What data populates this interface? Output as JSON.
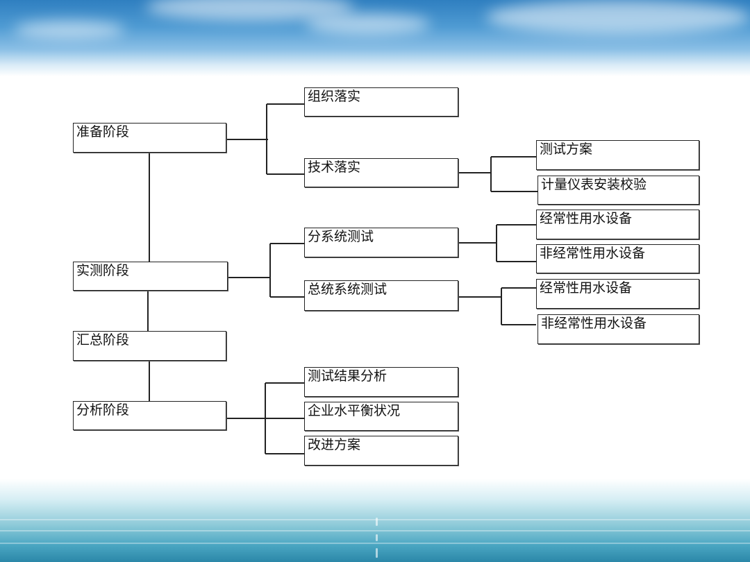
{
  "stages": {
    "prep": "准备阶段",
    "measure": "实测阶段",
    "summary": "汇总阶段",
    "analysis": "分析阶段"
  },
  "prep": {
    "organization": "组织落实",
    "technical": "技术落实",
    "test_plan": "测试方案",
    "meter_install": "计量仪表安装校验"
  },
  "measure": {
    "subsystem": "分系统测试",
    "total_system": "总统系统测试",
    "sub_regular": "经常性用水设备",
    "sub_irregular": "非经常性用水设备",
    "total_regular": "经常性用水设备",
    "total_irregular": "非经常性用水设备"
  },
  "analysis": {
    "results": "测试结果分析",
    "balance": "企业水平衡状况",
    "improvement": "改进方案"
  }
}
